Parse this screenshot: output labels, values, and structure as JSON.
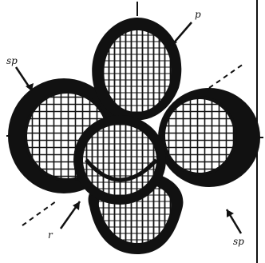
{
  "figure": {
    "labels": {
      "top_right": "p",
      "upper_left": "sp",
      "bottom_left": "r",
      "bottom_right": "sp"
    },
    "colors": {
      "ink": "#111111",
      "paper": "#ffffff"
    }
  }
}
